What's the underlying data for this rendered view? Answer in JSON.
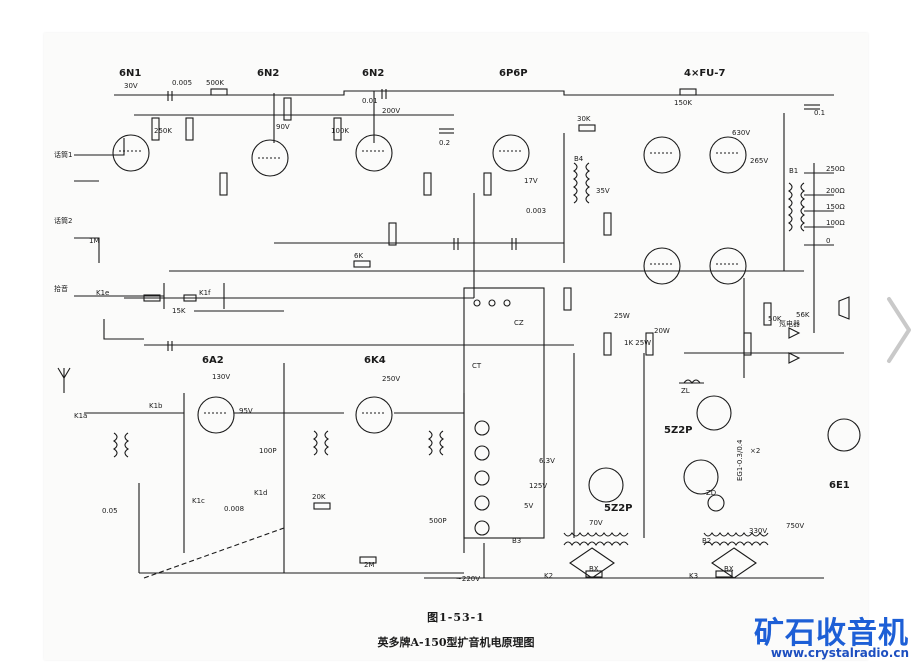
{
  "figure": {
    "number": "图1-53-1",
    "caption": "英多牌A-150型扩音机电原理图"
  },
  "watermark": {
    "name": "矿石收音机",
    "url": "www.crystalradio.cn",
    "color": "#1d5fd6"
  },
  "tubes": {
    "v1": "6N1",
    "v2": "6N2",
    "v3": "6N2",
    "v4": "6P6P",
    "v5": "4×FU-7",
    "v6": "6A2",
    "v7": "6K4",
    "v8": "5Z2P",
    "v9": "5Z2P",
    "v10": "6E1"
  },
  "labels": {
    "mic1": "话筒1",
    "mic2": "话筒2",
    "pickup": "拾音",
    "antenna_sw": "K1a",
    "k1b": "K1b",
    "k1e": "K1e",
    "k1f": "K1f",
    "k1c": "K1c",
    "k1d": "K1d",
    "k2": "K2",
    "k3": "K3",
    "b1": "B1",
    "b2": "B2",
    "b3": "B3",
    "b4": "B4",
    "cz": "CZ",
    "ct": "CT",
    "zl": "ZL",
    "zd": "ZD",
    "mains": "~220V",
    "fuse1": "BX",
    "fuse2": "BX",
    "eg": "EG1-0.3/0.4",
    "x2": "×2",
    "indicator": "氖电器"
  },
  "values": {
    "r_500k": "500K",
    "r_250k": "250K",
    "r_150k": "150K",
    "r_30k": "30K",
    "r_1m": "1M",
    "r_100k": "100K",
    "r_6k": "6K",
    "r_15k": "15K",
    "r_20k": "20K",
    "r_56k": "56K",
    "r_2m": "2M",
    "r_50k": "50K",
    "c_0005": "0.005",
    "c_001": "0.01",
    "c_01": "0.1",
    "c_02": "0.2",
    "c_05": "0.05",
    "c_100p": "100P",
    "c_500p": "500P",
    "c_008": "0.008",
    "c_0003": "0.003",
    "v30": "30V",
    "v200": "200V",
    "v250": "250V",
    "v95": "95V",
    "v130": "130V",
    "v90": "90V",
    "v17": "17V",
    "v35": "35V",
    "v630": "630V",
    "v265": "265V",
    "v70": "70V",
    "v330": "330V",
    "v750": "750V",
    "v125": "125V",
    "v62": "6.3V",
    "v5": "5V",
    "w20": "20W",
    "w25": "25W",
    "k1_25w": "1K 25W"
  },
  "outputs": {
    "o250": "250Ω",
    "o200": "200Ω",
    "o150": "150Ω",
    "o100": "100Ω",
    "o0": "0"
  }
}
